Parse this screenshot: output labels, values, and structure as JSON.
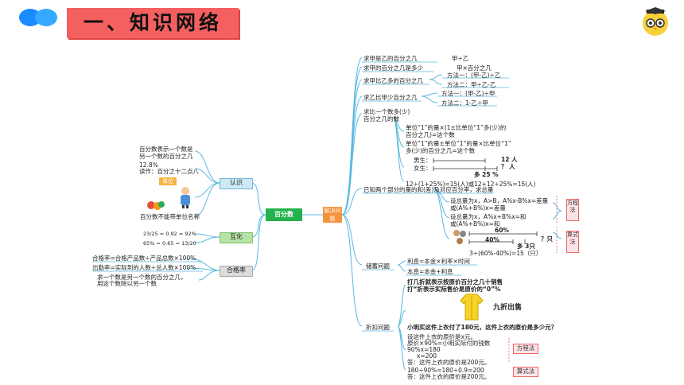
{
  "header": {
    "title": "一、知识网络"
  },
  "center": {
    "label": "百分数"
  },
  "left": {
    "renshi": "认识",
    "huzhuan": "互化",
    "hegelv": "合格率",
    "desc1": "百分数表示一个数是",
    "desc1b": "另一个数的百分之几",
    "ex1": "12.8%",
    "ex1read": "读作：百分之十二点八",
    "danwei": "单位",
    "nounit": "百分数不能带单位名称",
    "frac1": "23/25 = 0.92 = 92%",
    "frac2": "65% = 0.65 = 13/20",
    "hg1": "合格率=合格产品数÷产品总数×100%",
    "hg2": "出勤率=实际到的人数÷总人数×100%",
    "hg3": "求一个数是另一个数的百分之几，",
    "hg3b": "用这个数除以另一个数"
  },
  "right": {
    "jiejue": "解决问题",
    "r1": "求甲是乙的百分之几",
    "r1v": "甲÷乙",
    "r2": "求甲的百分之几是多少",
    "r2v": "甲×百分之几",
    "r3": "求甲比乙多的百分之几",
    "r3a": "方法一：(甲-乙)÷乙",
    "r3b": "方法二：甲÷乙-乙",
    "r4": "求乙比甲少百分之几",
    "r4a": "方法一：(甲-乙)÷甲",
    "r4b": "方法二：1-乙÷甲",
    "r5": "求比一个数多(少)",
    "r5b": "百分之几的数",
    "r5c": "单位“1”的量×(1±比单位“1”多(少)的",
    "r5d": "百分之几)=这个数",
    "r5e": "单位“1”的量±单位“1”的量×比单位“1”",
    "r5f": "多(少)的百分之几=这个数",
    "boys": "男生：",
    "girls": "女生：",
    "n12": "12 人",
    "q": "？ 人",
    "more25": "多 25 %",
    "calc": "12÷(1+25%)=15(人)或12+12÷25%=15(人)",
    "r6": "已知两个部分的量的和(差)及对应百分率，求总量",
    "r6a": "设总量为x，A>B，A%x-B%x=差量",
    "r6b": "或(A%+B%)x=差量",
    "fangcheng": "方程法",
    "r6c": "设总量为x，A%x+B%x=和",
    "r6d": "或(A%+B%)x=和",
    "p60": "60%",
    "p40": "40%",
    "more3": "多 3只",
    "qzhi": "？只",
    "suanshi": "算式法",
    "r6e": "3÷(60%-40%)=15（只）",
    "chuxu": "储蓄问题",
    "lixi": "利息=本金×利率×时间",
    "benxi": "本息=本金+利息",
    "zhekou": "折扣问题",
    "zk1": "打几折就表示按原价百分之几十销售",
    "zk2": "打“折表示实际售价是原价的“0”%",
    "jiuzhe": "九折出售",
    "zkq": "小明买这件上衣付了180元，这件上衣的原价是多少元？",
    "zs1": "设这件上衣的原价是x元。",
    "zs2": "原价×90%=小明实际付的钱数",
    "zs3": "90%x=180",
    "zs4": "x=200",
    "zs5": "答：这件上衣的原价是200元。",
    "fcf": "方程法",
    "zs6": "180÷90%=180÷0.9=200",
    "zs7": "答：这件上衣的原价是200元。",
    "ssf": "算式法"
  },
  "colors": {
    "accent": "#f46060",
    "green": "#23b24b",
    "orange": "#f5923e",
    "blue": "#1a8cff"
  }
}
